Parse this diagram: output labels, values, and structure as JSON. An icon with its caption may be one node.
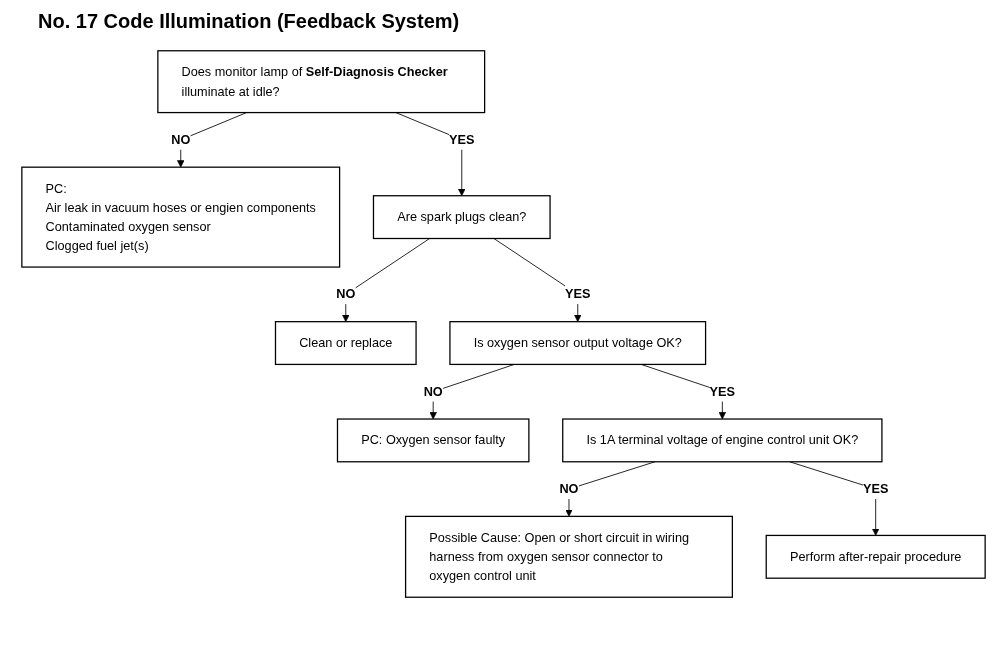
{
  "diagram": {
    "title": "No. 17 Code Illumination (Feedback System)",
    "nodes": [
      {
        "text": [
          "Does monitor lamp of **Self-Diagnosis Checker** illuminate at idle?"
        ]
      },
      {
        "text": [
          "PC:",
          "Air leak in vacuum hoses or engien components",
          "Contaminated oxygen sensor",
          "Clogged fuel jet(s)"
        ]
      },
      {
        "text": [
          "Are spark plugs clean?"
        ]
      },
      {
        "text": [
          "Clean or replace"
        ]
      },
      {
        "text": [
          "Is oxygen sensor output voltage OK?"
        ]
      },
      {
        "text": [
          "PC: Oxygen sensor faulty"
        ]
      },
      {
        "text": [
          "Is 1A terminal voltage of engine control unit OK?"
        ]
      },
      {
        "text": [
          "Possible Cause: Open or short circuit in wiring harness from oxygen sensor connector to oxygen control unit"
        ]
      },
      {
        "text": [
          "Perform after-repair procedure"
        ]
      }
    ],
    "edges": [
      {
        "from": 0,
        "to": 1,
        "arrow": "to",
        "label": "NO"
      },
      {
        "from": 0,
        "to": 2,
        "arrow": "to",
        "label": "YES"
      },
      {
        "from": 2,
        "to": 3,
        "arrow": "to",
        "label": "NO"
      },
      {
        "from": 2,
        "to": 4,
        "arrow": "to",
        "label": "YES"
      },
      {
        "from": 4,
        "to": 5,
        "arrow": "to",
        "label": "NO"
      },
      {
        "from": 4,
        "to": 6,
        "arrow": "to",
        "label": "YES"
      },
      {
        "from": 6,
        "to": 7,
        "arrow": "to",
        "label": "NO"
      },
      {
        "from": 6,
        "to": 8,
        "arrow": "to",
        "label": "YES"
      }
    ]
  }
}
